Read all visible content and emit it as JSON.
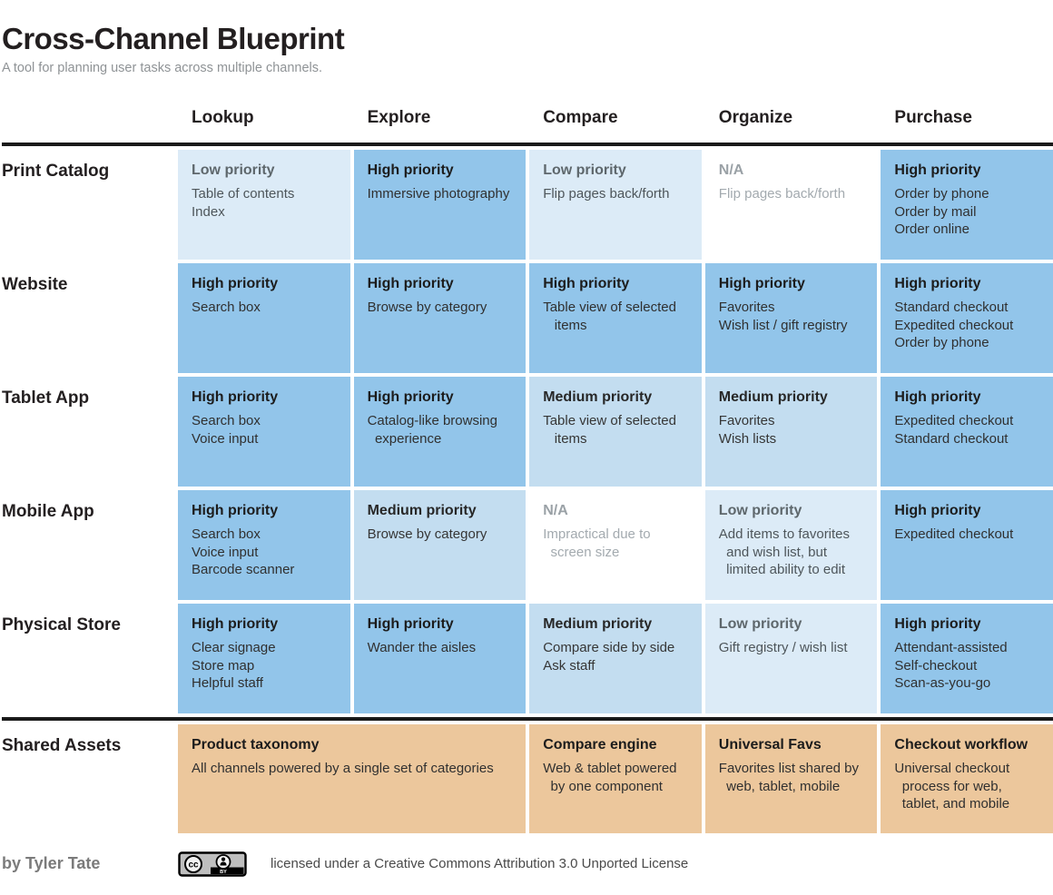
{
  "page": {
    "title": "Cross-Channel Blueprint",
    "subtitle": "A tool for planning user tasks across multiple channels."
  },
  "colors": {
    "high_priority_bg": "#92c5ea",
    "medium_priority_bg": "#c3ddf0",
    "low_priority_bg": "#dcebf7",
    "na_bg": "#ffffff",
    "shared_assets_bg": "#ecc79c",
    "divider": "#1a1a1a"
  },
  "columns": [
    "Lookup",
    "Explore",
    "Compare",
    "Organize",
    "Purchase"
  ],
  "rows": [
    {
      "label": "Print Catalog",
      "cells": [
        {
          "level": "low",
          "title": "Low priority",
          "body": "Table of contents\nIndex"
        },
        {
          "level": "high",
          "title": "High priority",
          "body": "Immersive photography"
        },
        {
          "level": "low",
          "title": "Low priority",
          "body": "Flip pages back/forth"
        },
        {
          "level": "na",
          "title": "N/A",
          "body": "Flip pages back/forth"
        },
        {
          "level": "high",
          "title": "High priority",
          "body": "Order by phone\nOrder by mail\nOrder online"
        }
      ]
    },
    {
      "label": "Website",
      "cells": [
        {
          "level": "high",
          "title": "High priority",
          "body": "Search box"
        },
        {
          "level": "high",
          "title": "High priority",
          "body": "Browse by category"
        },
        {
          "level": "high",
          "title": "High priority",
          "body": "Table view of selected\n   items"
        },
        {
          "level": "high",
          "title": "High priority",
          "body": "Favorites\nWish list / gift registry"
        },
        {
          "level": "high",
          "title": "High priority",
          "body": "Standard checkout\nExpedited checkout\nOrder by phone"
        }
      ]
    },
    {
      "label": "Tablet App",
      "cells": [
        {
          "level": "high",
          "title": "High priority",
          "body": "Search box\nVoice input"
        },
        {
          "level": "high",
          "title": "High priority",
          "body": "Catalog-like browsing\n  experience"
        },
        {
          "level": "medium",
          "title": "Medium priority",
          "body": "Table view of selected\n   items"
        },
        {
          "level": "medium",
          "title": "Medium priority",
          "body": "Favorites\nWish lists"
        },
        {
          "level": "high",
          "title": "High priority",
          "body": "Expedited checkout\nStandard checkout"
        }
      ]
    },
    {
      "label": "Mobile App",
      "cells": [
        {
          "level": "high",
          "title": "High priority",
          "body": "Search box\nVoice input\nBarcode scanner"
        },
        {
          "level": "medium",
          "title": "Medium priority",
          "body": "Browse by category"
        },
        {
          "level": "na",
          "title": "N/A",
          "body": "Impractical due to\n  screen size"
        },
        {
          "level": "low",
          "title": "Low priority",
          "body": "Add items to favorites\n  and wish list, but\n  limited ability to edit"
        },
        {
          "level": "high",
          "title": "High priority",
          "body": "Expedited checkout"
        }
      ]
    },
    {
      "label": "Physical Store",
      "cells": [
        {
          "level": "high",
          "title": "High priority",
          "body": "Clear signage\nStore map\nHelpful staff"
        },
        {
          "level": "high",
          "title": "High priority",
          "body": "Wander the aisles"
        },
        {
          "level": "medium",
          "title": "Medium priority",
          "body": "Compare side by side\nAsk staff"
        },
        {
          "level": "low",
          "title": "Low priority",
          "body": "Gift registry / wish list"
        },
        {
          "level": "high",
          "title": "High priority",
          "body": "Attendant-assisted\nSelf-checkout\nScan-as-you-go"
        }
      ]
    }
  ],
  "shared_row": {
    "label": "Shared Assets",
    "cells": [
      {
        "title": "Product taxonomy",
        "body": "All channels powered by a single set of categories",
        "span": 2
      },
      {
        "title": "Compare engine",
        "body": "Web & tablet powered\n  by one component"
      },
      {
        "title": "Universal Favs",
        "body": "Favorites list shared by\n  web, tablet, mobile"
      },
      {
        "title": "Checkout workflow",
        "body": "Universal checkout\n  process for web,\n  tablet, and mobile"
      }
    ]
  },
  "footer": {
    "author": "by Tyler Tate",
    "badge_icon": "cc-by-badge",
    "badge_cc": "cc",
    "badge_by": "BY",
    "license": "licensed under a Creative Commons Attribution 3.0 Unported License"
  }
}
